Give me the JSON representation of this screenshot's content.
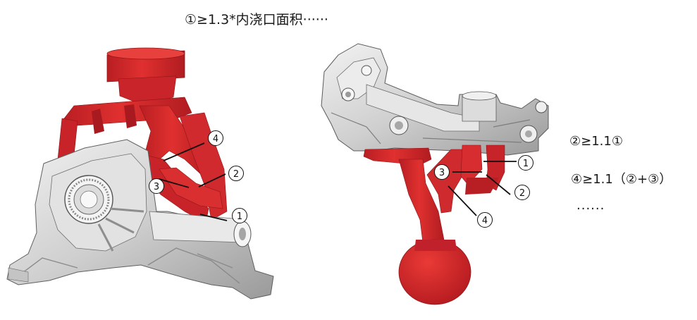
{
  "annotations": {
    "top_caption": "①≥1.3*内浇口面积······",
    "rule_1": "②≥1.1①",
    "rule_2": "④≥1.1（②+③）",
    "rule_3": "······"
  },
  "left_view": {
    "labels": {
      "label_4": "4",
      "label_2": "2",
      "label_3": "3",
      "label_1": "1"
    }
  },
  "right_view": {
    "labels": {
      "label_1": "1",
      "label_3": "3",
      "label_2": "2",
      "label_4": "4"
    }
  },
  "colors": {
    "runner_red": "#d9262b",
    "runner_dark": "#a81a1f",
    "casting_gray": "#d6d6d6",
    "casting_dark": "#7c7c7c",
    "leader_line": "#111111"
  }
}
